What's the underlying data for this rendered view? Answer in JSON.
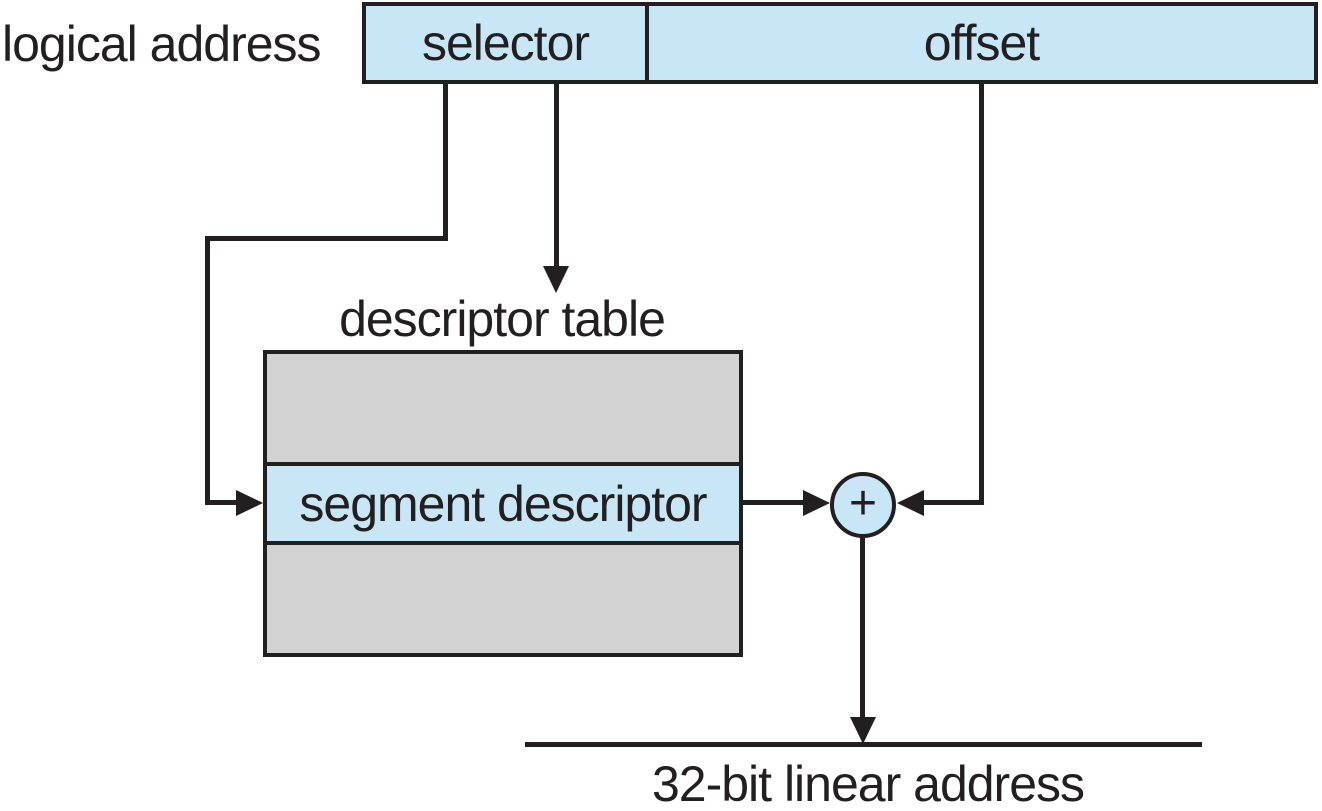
{
  "diagram": {
    "title_hint": "IA-32 segmentation: logical address to 32-bit linear address",
    "logical_address_label": "logical address",
    "selector_label": "selector",
    "offset_label": "offset",
    "descriptor_table_label": "descriptor table",
    "segment_descriptor_label": "segment descriptor",
    "adder_label": "+",
    "linear_address_label": "32-bit linear address",
    "colors": {
      "box_fill": "#c8e7f6",
      "table_fill": "#d2d2d2",
      "line": "#231f20",
      "background": "#ffffff"
    }
  }
}
